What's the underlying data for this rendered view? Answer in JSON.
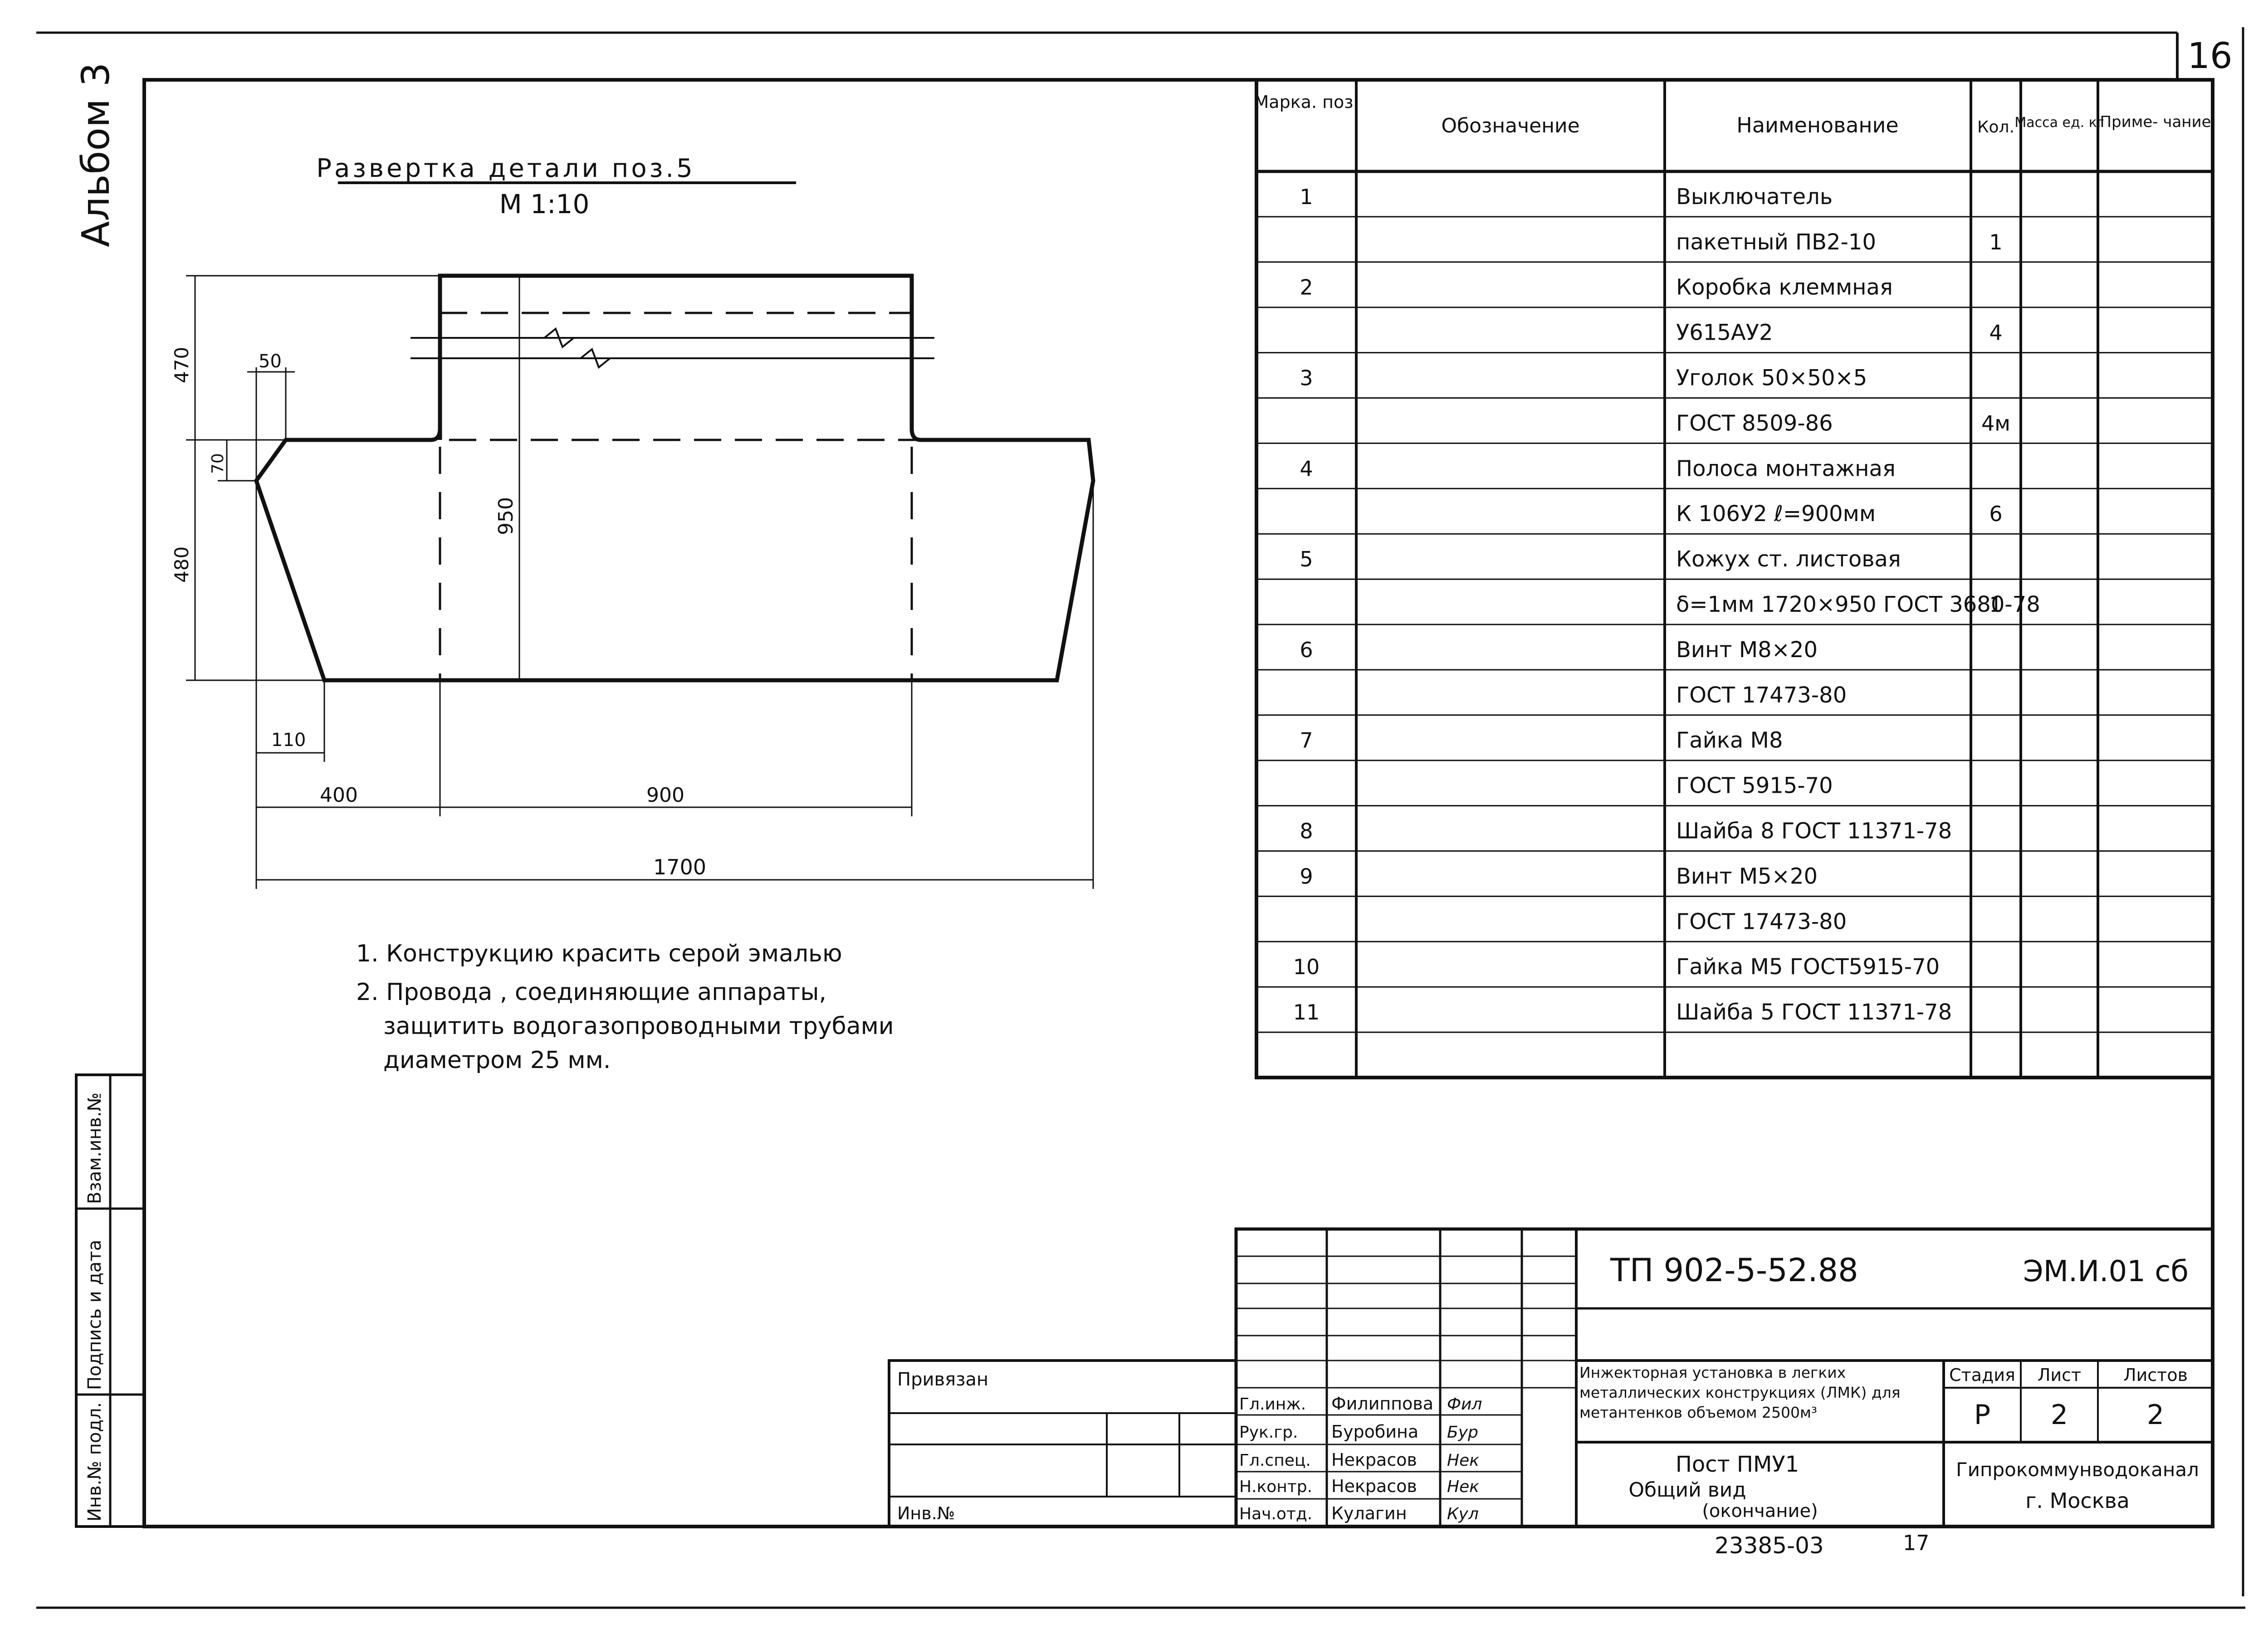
{
  "album_label": "Альбом 3",
  "page_number": "16",
  "drawing": {
    "title": "Развертка детали поз.5",
    "scale": "М 1:10",
    "dimensions": {
      "d470": "470",
      "d50": "50",
      "d70": "70",
      "d480": "480",
      "d950": "950",
      "d110": "110",
      "d400": "400",
      "d900": "900",
      "d1700": "1700"
    }
  },
  "notes": [
    "1. Конструкцию красить серой эмалью",
    "2. Провода , соединяющие аппараты,",
    "защитить водогазопроводными трубами",
    "диаметром 25 мм."
  ],
  "spec_table": {
    "headers": {
      "mark": "Марка. поз.",
      "designation": "Обозначение",
      "name": "Наименование",
      "qty": "Кол.",
      "mass": "Масса ед. кг",
      "note": "Приме- чание"
    },
    "rows": [
      {
        "mark": "1",
        "name": "Выключатель",
        "qty": ""
      },
      {
        "mark": "",
        "name": "пакетный ПВ2-10",
        "qty": "1"
      },
      {
        "mark": "2",
        "name": "Коробка клеммная",
        "qty": ""
      },
      {
        "mark": "",
        "name": "У615АУ2",
        "qty": "4"
      },
      {
        "mark": "3",
        "name": "Уголок 50×50×5",
        "qty": ""
      },
      {
        "mark": "",
        "name": "ГОСТ 8509-86",
        "qty": "4м"
      },
      {
        "mark": "4",
        "name": "Полоса монтажная",
        "qty": ""
      },
      {
        "mark": "",
        "name": "К 106У2 ℓ=900мм",
        "qty": "6"
      },
      {
        "mark": "5",
        "name": "Кожух ст. листовая",
        "qty": ""
      },
      {
        "mark": "",
        "name": "δ=1мм 1720×950 ГОСТ 3680-78",
        "qty": "1"
      },
      {
        "mark": "6",
        "name": "Винт М8×20",
        "qty": ""
      },
      {
        "mark": "",
        "name": "ГОСТ 17473-80",
        "qty": ""
      },
      {
        "mark": "7",
        "name": "Гайка М8",
        "qty": ""
      },
      {
        "mark": "",
        "name": "ГОСТ 5915-70",
        "qty": ""
      },
      {
        "mark": "8",
        "name": "Шайба 8 ГОСТ 11371-78",
        "qty": ""
      },
      {
        "mark": "9",
        "name": "Винт М5×20",
        "qty": ""
      },
      {
        "mark": "",
        "name": "ГОСТ 17473-80",
        "qty": ""
      },
      {
        "mark": "10",
        "name": "Гайка М5 ГОСТ5915-70",
        "qty": ""
      },
      {
        "mark": "11",
        "name": "Шайба 5 ГОСТ 11371-78",
        "qty": ""
      },
      {
        "mark": "",
        "name": "",
        "qty": ""
      }
    ]
  },
  "side_stamp": {
    "inv_podl": "Инв.№ подл.",
    "podpis_data": "Подпись и дата",
    "vzam_inv": "Взам.инв.№"
  },
  "title_block": {
    "privyazan": "Привязан",
    "inv_no": "Инв.№",
    "doc_code": "ТП 902-5-52.88",
    "sheet_code": "ЭМ.И.01 сб",
    "project_name": "Инжекторная установка в легких металлических конструкциях (ЛМК) для метантенков объемом 2500м³",
    "stage_label": "Стадия",
    "sheet_label": "Лист",
    "sheets_label": "Листов",
    "stage_value": "Р",
    "sheet_value": "2",
    "sheets_value": "2",
    "drawing_name": [
      "Пост ПМУ1",
      "Общий вид",
      "(окончание)"
    ],
    "organization": [
      "Гипрокоммунводоканал",
      "г. Москва"
    ],
    "roles": [
      {
        "role": "Гл.инж.",
        "name": "Филиппова",
        "sign": "Фил"
      },
      {
        "role": "Рук.гр.",
        "name": "Буробина",
        "sign": "Бур"
      },
      {
        "role": "Гл.спец.",
        "name": "Некрасов",
        "sign": "Нек"
      },
      {
        "role": "Н.контр.",
        "name": "Некрасов",
        "sign": "Нек"
      },
      {
        "role": "Нач.отд.",
        "name": "Кулагин",
        "sign": "Кул"
      }
    ]
  },
  "bottom_number": "23385-03",
  "bottom_sheet": "17"
}
